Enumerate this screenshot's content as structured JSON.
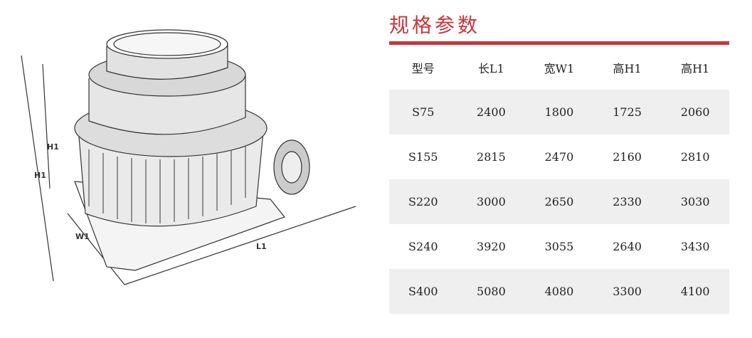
{
  "illustration": {
    "labels": {
      "h1_inner": "H1",
      "h1_outer": "H1",
      "w1": "W1",
      "l1": "L1"
    }
  },
  "title": "规格参数",
  "table": {
    "headers": [
      "型号",
      "长L1",
      "宽W1",
      "高H1",
      "高H1"
    ],
    "rows": [
      [
        "S75",
        "2400",
        "1800",
        "1725",
        "2060"
      ],
      [
        "S155",
        "2815",
        "2470",
        "2160",
        "2810"
      ],
      [
        "S220",
        "3000",
        "2650",
        "2330",
        "3030"
      ],
      [
        "S240",
        "3920",
        "3055",
        "2640",
        "3430"
      ],
      [
        "S400",
        "5080",
        "4080",
        "3300",
        "4100"
      ]
    ]
  },
  "colors": {
    "accent": "#c9353a",
    "row_alt": "#eeefee"
  }
}
